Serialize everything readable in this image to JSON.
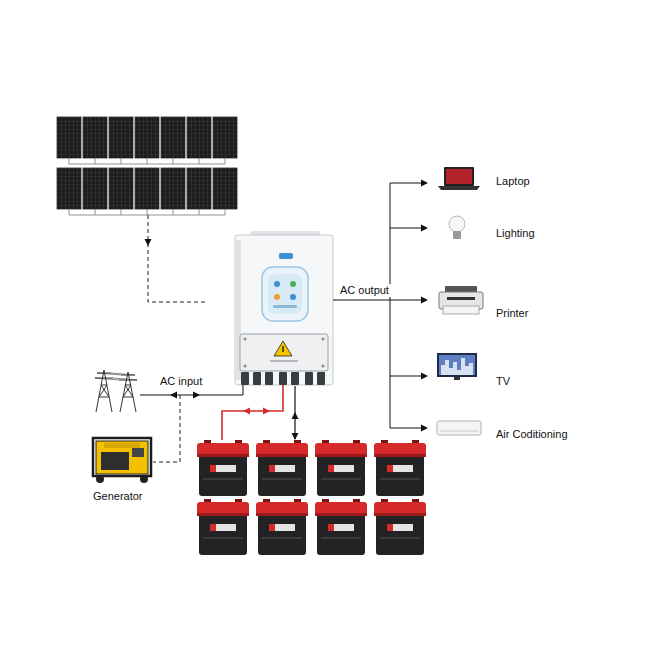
{
  "diagram": {
    "nodes": [
      {
        "text": [
          "Laptop"
        ]
      },
      {
        "text": [
          "Lighting"
        ]
      },
      {
        "text": [
          "Printer"
        ]
      },
      {
        "text": [
          "TV"
        ]
      },
      {
        "text": [
          "Air Coditioning"
        ]
      },
      {
        "text": [
          "Generator"
        ]
      }
    ],
    "labels": [
      "AC output",
      "AC input"
    ]
  }
}
